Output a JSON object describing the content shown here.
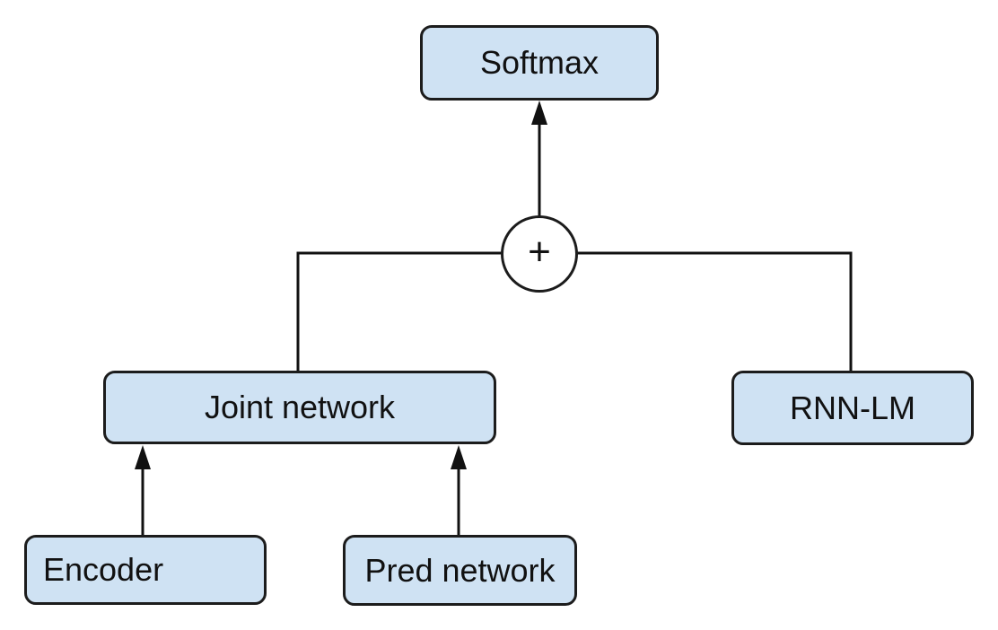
{
  "diagram": {
    "nodes": [
      {
        "id": "softmax",
        "label": "Softmax"
      },
      {
        "id": "plus",
        "label": "+"
      },
      {
        "id": "joint",
        "label": "Joint network"
      },
      {
        "id": "rnnlm",
        "label": "RNN-LM"
      },
      {
        "id": "encoder",
        "label": "Encoder"
      },
      {
        "id": "pred",
        "label": "Pred network"
      }
    ],
    "edges": [
      {
        "from": "plus",
        "to": "softmax",
        "arrow": true,
        "style": "straight"
      },
      {
        "from": "joint",
        "to": "plus",
        "arrow": false,
        "style": "elbow"
      },
      {
        "from": "rnnlm",
        "to": "plus",
        "arrow": false,
        "style": "elbow"
      },
      {
        "from": "encoder",
        "to": "joint",
        "arrow": true,
        "style": "straight"
      },
      {
        "from": "pred",
        "to": "joint",
        "arrow": true,
        "style": "straight"
      }
    ],
    "colors": {
      "background": "#ffffff",
      "node_fill": "#cfe2f3",
      "node_border": "#1c1c1c",
      "connector": "#111111",
      "plus_fill": "#ffffff",
      "text": "#111111"
    }
  }
}
